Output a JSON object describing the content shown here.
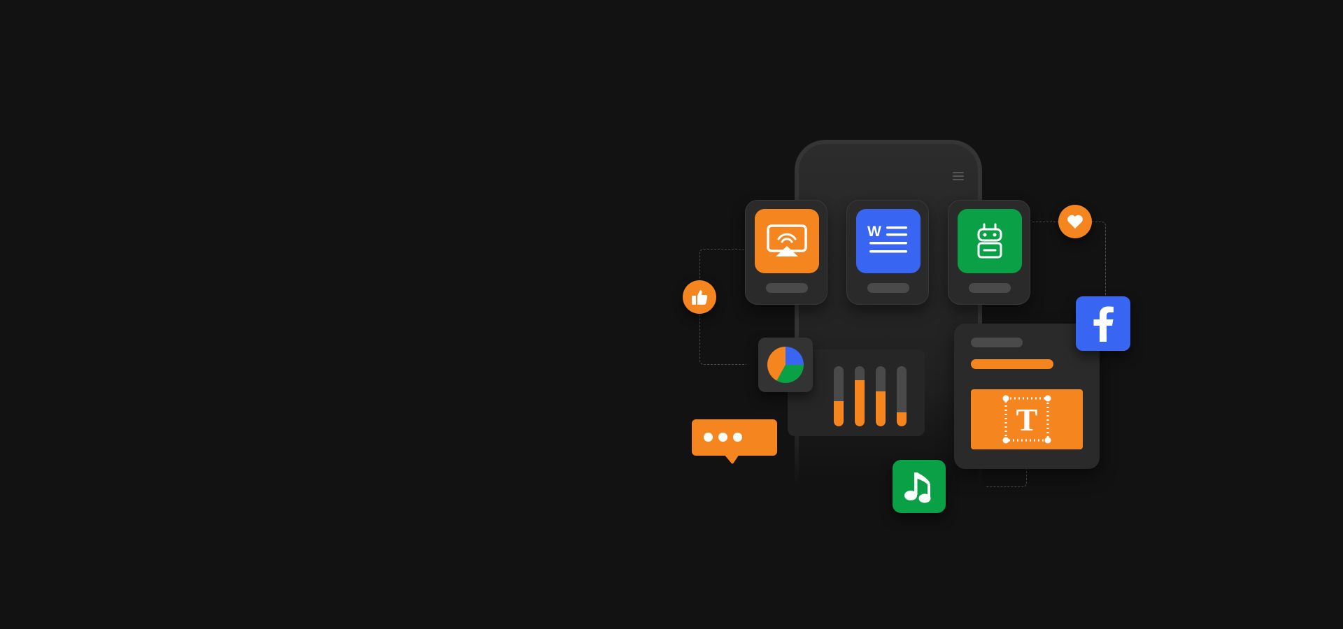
{
  "colors": {
    "background": "#121212",
    "accent_orange": "#f5851f",
    "accent_blue": "#3866f2",
    "accent_green": "#0aa045",
    "card": "#2a2a2a"
  },
  "apps": [
    {
      "name": "cast-icon",
      "color": "#f5851f"
    },
    {
      "name": "word-document-icon",
      "color": "#3866f2",
      "glyph": "W"
    },
    {
      "name": "robot-icon",
      "color": "#0aa045"
    }
  ],
  "text_tile": {
    "glyph": "T"
  },
  "bar_levels": [
    0.42,
    0.77,
    0.58,
    0.23
  ],
  "pie_slices": [
    {
      "color": "#3866f2",
      "fraction": 0.25
    },
    {
      "color": "#0aa045",
      "fraction": 0.33
    },
    {
      "color": "#f5851f",
      "fraction": 0.42
    }
  ],
  "icons": {
    "like": "thumbs-up-icon",
    "favorite": "heart-icon",
    "social": "facebook-icon",
    "music": "music-note-icon",
    "chat": "chat-bubble-icon",
    "menu": "menu-icon"
  }
}
